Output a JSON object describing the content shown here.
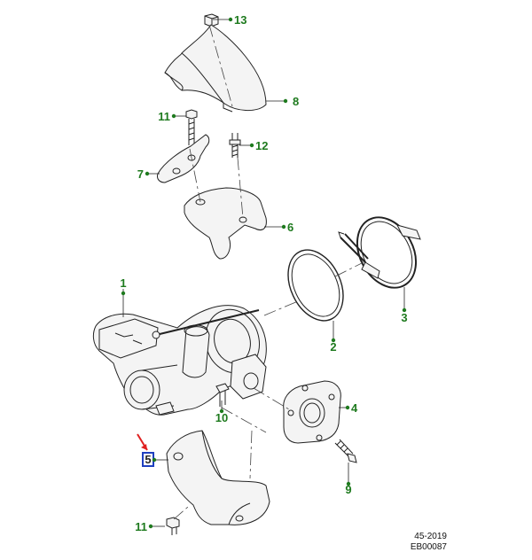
{
  "colors": {
    "callout": "#1e7a1e",
    "line": "#222222",
    "highlight_box": "#1f3fbf",
    "arrow": "#e02020"
  },
  "callouts": [
    {
      "id": "c13",
      "label": "13"
    },
    {
      "id": "c8",
      "label": "8"
    },
    {
      "id": "c11a",
      "label": "11"
    },
    {
      "id": "c12",
      "label": "12"
    },
    {
      "id": "c7",
      "label": "7"
    },
    {
      "id": "c6",
      "label": "6"
    },
    {
      "id": "c3",
      "label": "3"
    },
    {
      "id": "c2",
      "label": "2"
    },
    {
      "id": "c1",
      "label": "1"
    },
    {
      "id": "c4",
      "label": "4"
    },
    {
      "id": "c10",
      "label": "10"
    },
    {
      "id": "c9",
      "label": "9"
    },
    {
      "id": "c5",
      "label": "5"
    },
    {
      "id": "c11b",
      "label": "11"
    }
  ],
  "footer": {
    "ref": "45-2019",
    "code": "EB00087"
  }
}
